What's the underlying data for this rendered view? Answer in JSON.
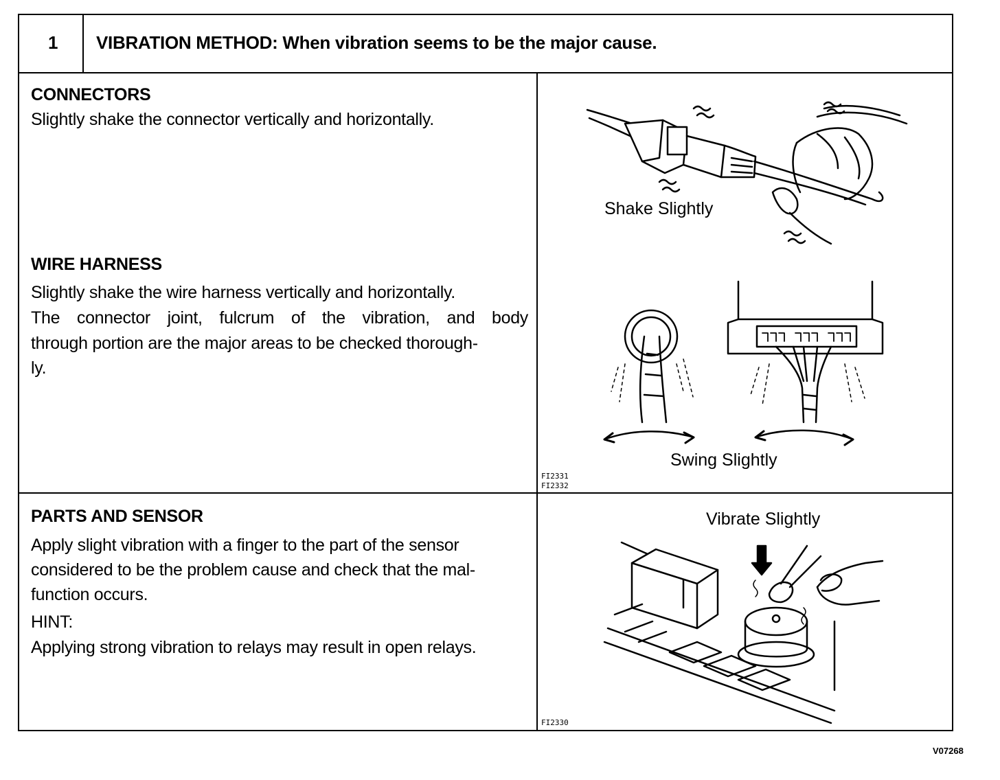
{
  "header": {
    "step_number": "1",
    "title": "VIBRATION METHOD: When vibration seems to be the major cause."
  },
  "connectors": {
    "title": "CONNECTORS",
    "lines": [
      "Slightly shake the connector vertically and horizontally."
    ],
    "figure_caption": "Shake Slightly"
  },
  "wire_harness": {
    "title": "WIRE HARNESS",
    "lines": [
      "Slightly shake the wire harness vertically and horizontally.",
      "The connector joint, fulcrum of the vibration, and body",
      "through portion are the major areas to be checked thorough-",
      "ly."
    ],
    "figure_caption": "Swing Slightly",
    "figure_codes": [
      "FI2331",
      "FI2332"
    ]
  },
  "parts_and_sensor": {
    "title": "PARTS AND SENSOR",
    "lines": [
      "Apply slight vibration with a finger to the part of the sensor",
      "considered to be the problem cause and check that the mal-",
      "function occurs.",
      "HINT:",
      "Applying strong vibration to relays may result in open relays."
    ],
    "figure_caption": "Vibrate Slightly",
    "figure_code": "FI2330"
  },
  "document_id": "V07268",
  "icons": [
    "connector-shake-illustration",
    "wire-harness-swing-illustration",
    "relay-vibrate-illustration"
  ]
}
